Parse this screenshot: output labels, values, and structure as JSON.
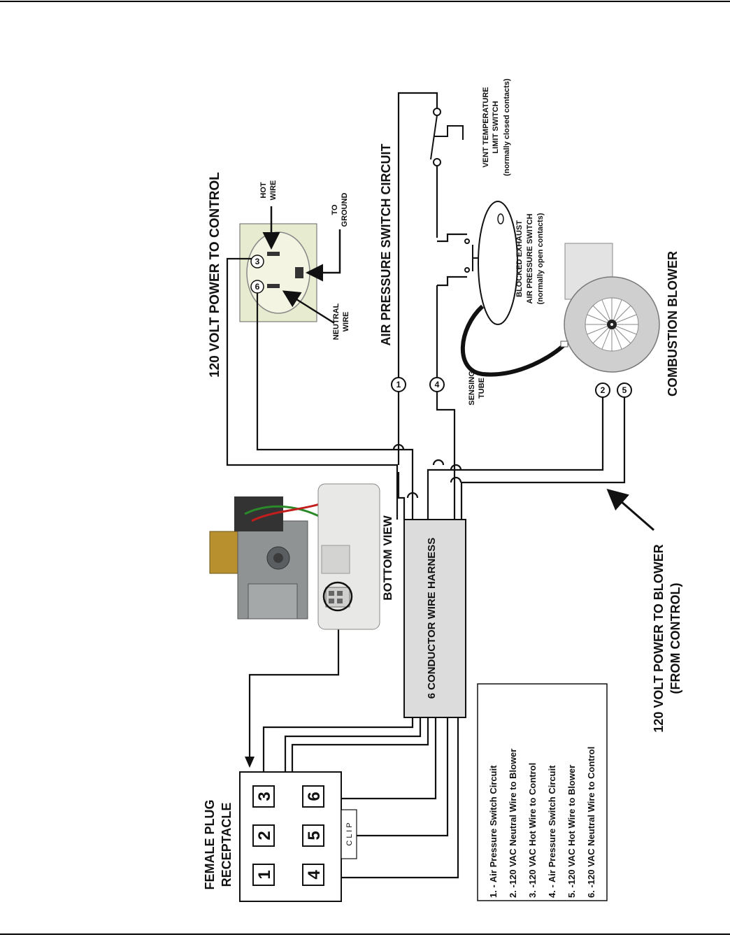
{
  "titles": {
    "power_to_control": "120 VOLT POWER TO CONTROL",
    "air_pressure_circuit": "AIR PRESSURE SWITCH CIRCUIT",
    "combustion_blower": "COMBUSTION BLOWER",
    "bottom_view": "BOTTOM VIEW",
    "harness": "6 CONDUCTOR WIRE HARNESS",
    "female_plug_line1": "FEMALE PLUG",
    "female_plug_line2": "RECEPTACLE",
    "power_to_blower_line1": "120 VOLT POWER TO BLOWER",
    "power_to_blower_line2": "(FROM CONTROL)"
  },
  "labels": {
    "hot_line1": "HOT",
    "hot_line2": "WIRE",
    "ground_line1": "TO",
    "ground_line2": "GROUND",
    "neutral_line1": "NEUTRAL",
    "neutral_line2": "WIRE",
    "vent_line1": "VENT TEMPERATURE",
    "vent_line2": "LIMIT SWITCH",
    "vent_line3": "(normally closed contacts)",
    "blocked_line1": "BLOCKED EXHAUST",
    "blocked_line2": "AIR PRESSURE SWITCH",
    "blocked_line3": "(normally open contacts)",
    "sensing_line1": "SENSING",
    "sensing_line2": "TUBE",
    "clip": "C L I P"
  },
  "terminals": {
    "outlet_hot": "3",
    "outlet_neutral": "6",
    "pressure_circuit_a": "1",
    "pressure_circuit_b": "4",
    "blower_neutral": "2",
    "blower_hot": "5"
  },
  "plug_pins": [
    "1",
    "2",
    "3",
    "4",
    "5",
    "6"
  ],
  "legend": [
    "1. - Air Pressure Switch Circuit",
    "2. -120 VAC Neutral Wire to Blower",
    "3. -120 VAC Hot Wire to Control",
    "4. - Air Pressure Switch Circuit",
    "5. -120 VAC Hot Wire to Blower",
    "6. -120 VAC Neutral Wire to Control"
  ]
}
